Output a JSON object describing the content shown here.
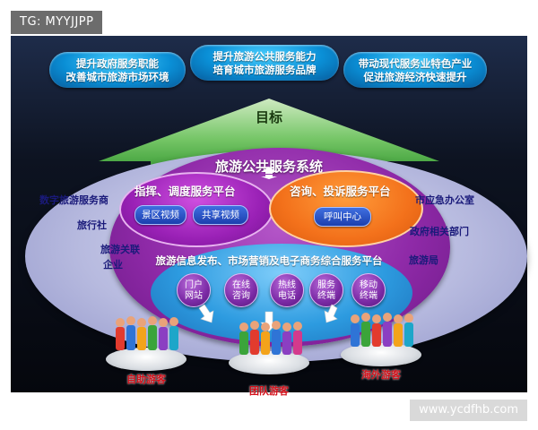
{
  "tag": "TG: MYYJJPP",
  "watermark": "www.ycdfhb.com",
  "goals": [
    {
      "line1": "提升政府服务职能",
      "line2": "改善城市旅游市场环境"
    },
    {
      "line1": "提升旅游公共服务能力",
      "line2": "培育城市旅游服务品牌"
    },
    {
      "line1": "带动现代服务业特色产业",
      "line2": "促进旅游经济快速提升"
    }
  ],
  "goal_label": "目标",
  "system_title": "旅游公共服务系统",
  "left_platform": {
    "title": "指挥、调度服务平台",
    "items": [
      "景区视频",
      "共享视频"
    ]
  },
  "right_platform": {
    "title": "咨询、投诉服务平台",
    "items": [
      "呼叫中心"
    ]
  },
  "left_side": [
    "数字旅游服务商",
    "旅行社",
    "旅游关联",
    "企业"
  ],
  "right_side": [
    "市应急办公室",
    "政府相关部门",
    "旅游局"
  ],
  "info_platform_title": "旅游信息发布、市场营销及电子商务综合服务平台",
  "terminals": [
    {
      "line1": "门户",
      "line2": "网站"
    },
    {
      "line1": "在线",
      "line2": "咨询"
    },
    {
      "line1": "热线",
      "line2": "电话"
    },
    {
      "line1": "服务",
      "line2": "终端"
    },
    {
      "line1": "移动",
      "line2": "终端"
    }
  ],
  "groups": [
    "自助游客",
    "团队游客",
    "海外游客"
  ],
  "colors": {
    "goal_blue": "#0a8fd6",
    "arrow_green": "#2f9a2c",
    "ellipse_lavender": "#b7badf",
    "ring_purple": "#8f2aa8",
    "left_magenta": "#9a21b6",
    "right_orange": "#f3711b",
    "platform_blue": "#2d9be0",
    "group_red": "#d4101a"
  }
}
